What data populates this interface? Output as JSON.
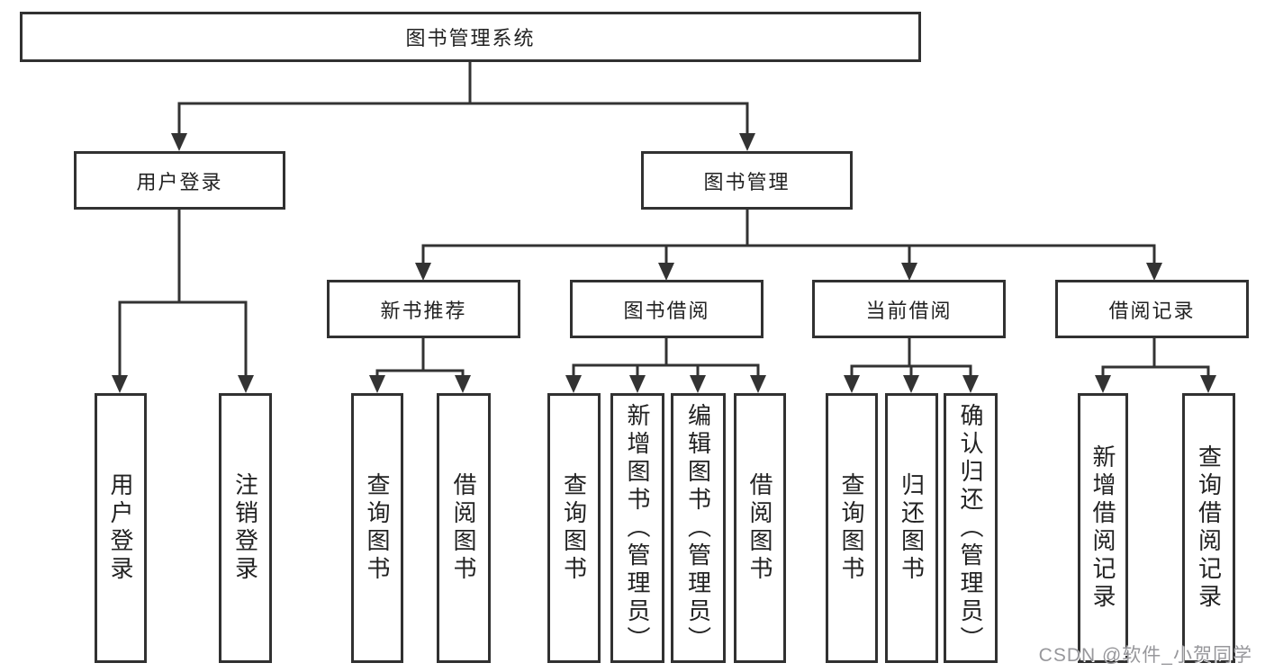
{
  "diagram": {
    "title_node": {
      "label": "图书管理系统"
    },
    "level2": [
      {
        "id": "user-login",
        "label": "用户登录"
      },
      {
        "id": "book-management",
        "label": "图书管理"
      }
    ],
    "level3": [
      {
        "id": "new-book-recommendation",
        "label": "新书推荐",
        "parent": "图书管理"
      },
      {
        "id": "book-borrowing",
        "label": "图书借阅",
        "parent": "图书管理"
      },
      {
        "id": "current-borrowing",
        "label": "当前借阅",
        "parent": "图书管理"
      },
      {
        "id": "borrowing-records",
        "label": "借阅记录",
        "parent": "图书管理"
      }
    ],
    "leaves": [
      {
        "label": "用户登录",
        "parent": "用户登录"
      },
      {
        "label": "注销登录",
        "parent": "用户登录"
      },
      {
        "label": "查询图书",
        "parent": "新书推荐"
      },
      {
        "label": "借阅图书",
        "parent": "新书推荐"
      },
      {
        "label": "查询图书",
        "parent": "图书借阅"
      },
      {
        "label": "新增图书（管理员）",
        "parent": "图书借阅"
      },
      {
        "label": "编辑图书（管理员）",
        "parent": "图书借阅"
      },
      {
        "label": "借阅图书",
        "parent": "图书借阅"
      },
      {
        "label": "查询图书",
        "parent": "当前借阅"
      },
      {
        "label": "归还图书",
        "parent": "当前借阅"
      },
      {
        "label": "确认归还（管理员）",
        "parent": "当前借阅"
      },
      {
        "label": "新增借阅记录",
        "parent": "借阅记录"
      },
      {
        "label": "查询借阅记录",
        "parent": "借阅记录"
      }
    ],
    "colors": {
      "line": "#333333",
      "box_border": "#313131",
      "text": "#222222",
      "background": "#ffffff"
    }
  },
  "watermark": {
    "text": "CSDN @软件_小贺同学",
    "color": "#97979b"
  }
}
